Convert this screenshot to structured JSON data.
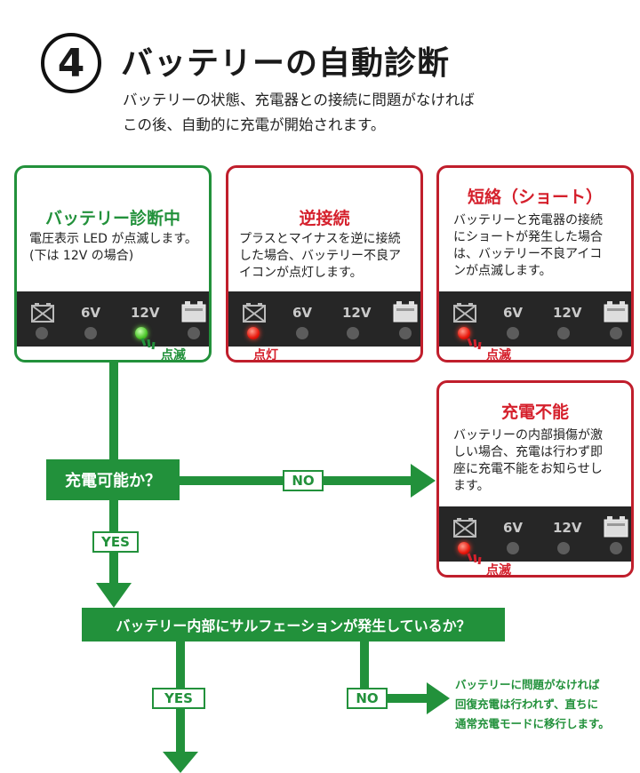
{
  "header": {
    "step_number": "4",
    "title": "バッテリーの自動診断",
    "desc_line1": "バッテリーの状態、充電器との接続に問題がなければ",
    "desc_line2": "この後、自動的に充電が開始されます。"
  },
  "panel_labels": {
    "v6": "6V",
    "v12": "12V"
  },
  "cards": {
    "diagnosing": {
      "title": "バッテリー診断中",
      "line1": "電圧表示 LED が点滅します。",
      "line2": "(下は 12V の場合)",
      "status": "点滅",
      "active_led": "12V"
    },
    "reverse": {
      "title": "逆接続",
      "line1": "プラスとマイナスを逆に接続",
      "line2": "した場合、バッテリー不良ア",
      "line3": "イコンが点灯します。",
      "status": "点灯",
      "active_led": "battery-fault"
    },
    "short": {
      "title": "短絡（ショート）",
      "line1": "バッテリーと充電器の接続",
      "line2": "にショートが発生した場合",
      "line3": "は、バッテリー不良アイコ",
      "line4": "ンが点滅します。",
      "status": "点滅",
      "active_led": "battery-fault"
    },
    "cannot": {
      "title": "充電不能",
      "line1": "バッテリーの内部損傷が激",
      "line2": "しい場合、充電は行わず即",
      "line3": "座に充電不能をお知らせし",
      "line4": "ます。",
      "status": "点滅",
      "active_led": "battery-fault"
    }
  },
  "flow": {
    "q1": "充電可能か？",
    "q1_no": "NO",
    "q1_yes": "YES",
    "q2": "バッテリー内部にサルフェーションが発生しているか？",
    "q2_yes": "YES",
    "q2_no": "NO",
    "final_line1": "バッテリーに問題がなければ",
    "final_line2": "回復充電は行われず、直ちに",
    "final_line3": "通常充電モードに移行します。"
  },
  "colors": {
    "green": "#22913b",
    "red": "#c01e2c",
    "panel": "#262626"
  }
}
